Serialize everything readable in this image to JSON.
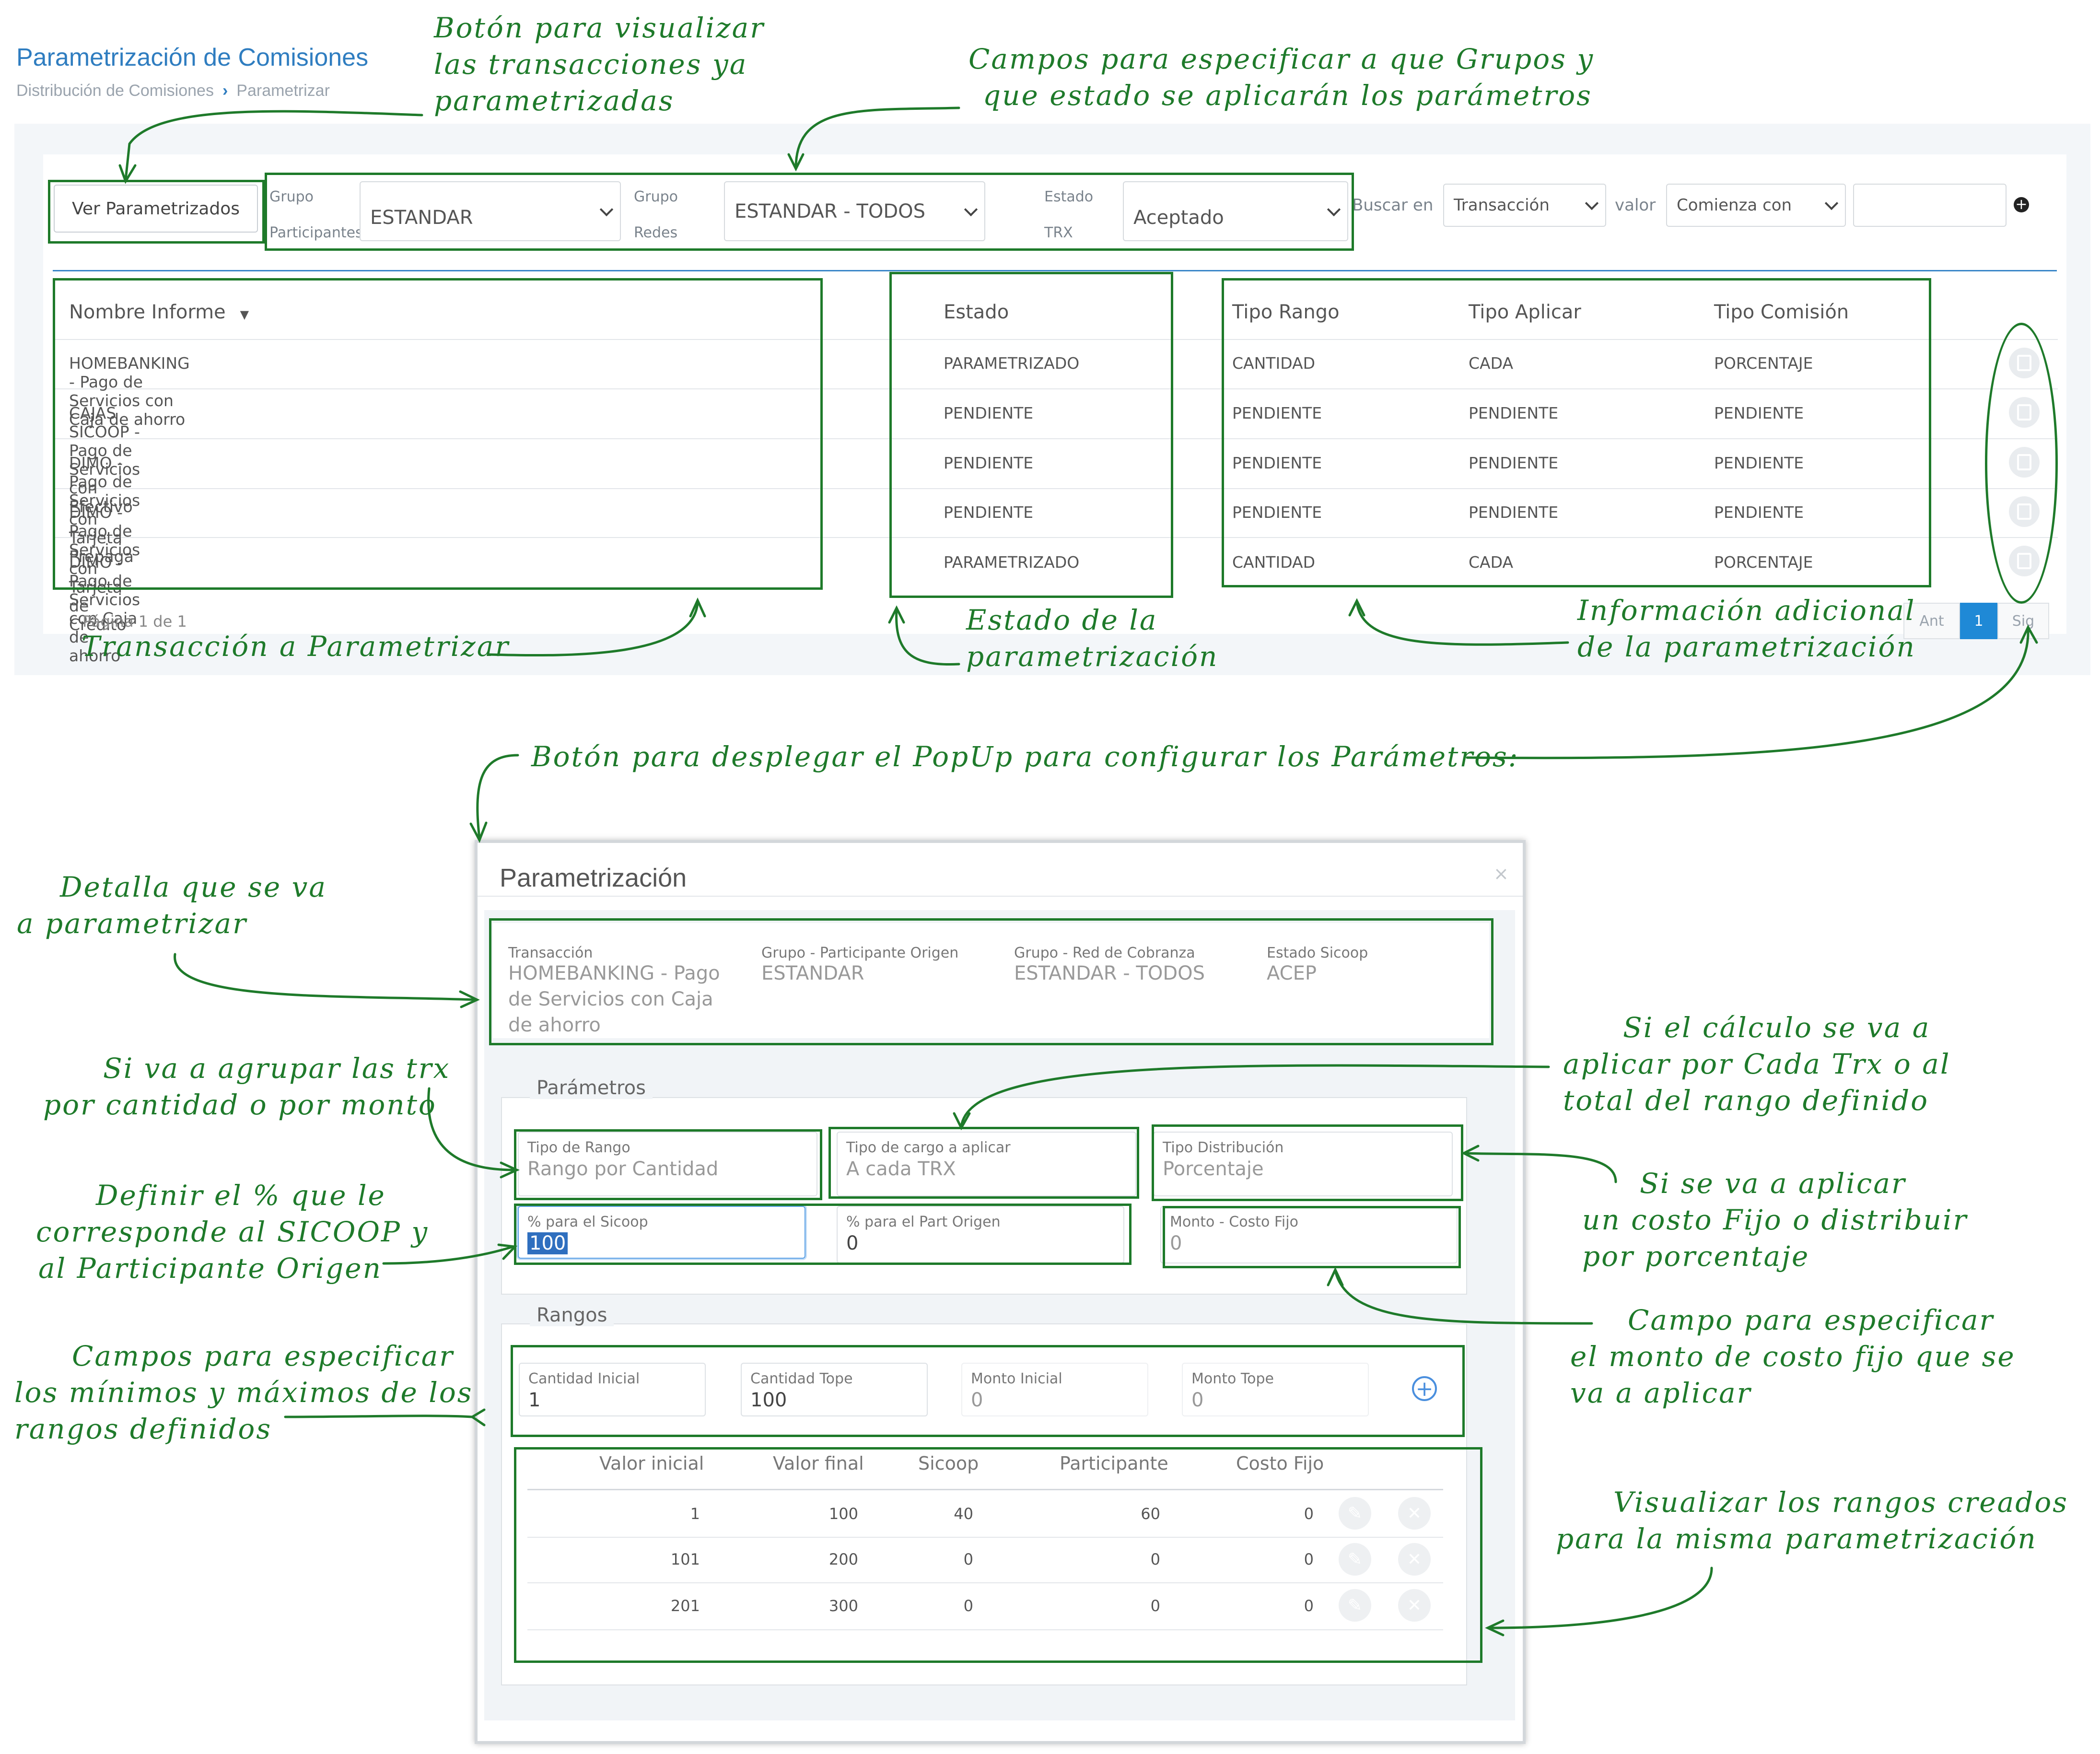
{
  "header": {
    "title": "Parametrización de Comisiones",
    "breadcrumb": [
      "Distribución de Comisiones",
      "Parametrizar"
    ]
  },
  "filters": {
    "ver_button": "Ver Parametrizados",
    "grupo_participantes_label_1": "Grupo",
    "grupo_participantes_label_2": "Participantes",
    "grupo_participantes_value": "ESTANDAR",
    "grupo_redes_label_1": "Grupo",
    "grupo_redes_label_2": "Redes",
    "grupo_redes_value": "ESTANDAR - TODOS",
    "estado_trx_label_1": "Estado",
    "estado_trx_label_2": "TRX",
    "estado_trx_value": "Aceptado",
    "buscar_en_label": "Buscar en",
    "buscar_en_value": "Transacción",
    "valor_label": "valor",
    "valor_value": "Comienza con",
    "search_value": ""
  },
  "table": {
    "headers": [
      "Nombre Informe",
      "Estado",
      "Tipo Rango",
      "Tipo Aplicar",
      "Tipo Comisión"
    ],
    "rows": [
      [
        "HOMEBANKING - Pago de Servicios con Caja de ahorro",
        "PARAMETRIZADO",
        "CANTIDAD",
        "CADA",
        "PORCENTAJE"
      ],
      [
        "CAJAS SICOOP - Pago de Servicios con Efectivo",
        "PENDIENTE",
        "PENDIENTE",
        "PENDIENTE",
        "PENDIENTE"
      ],
      [
        "DIMO - Pago de Servicios con Tarjeta Prepaga",
        "PENDIENTE",
        "PENDIENTE",
        "PENDIENTE",
        "PENDIENTE"
      ],
      [
        "DIMO - Pago de Servicios con Tarjeta de Crédito",
        "PENDIENTE",
        "PENDIENTE",
        "PENDIENTE",
        "PENDIENTE"
      ],
      [
        "DIMO - Pago de Servicios con Caja de ahorro",
        "PARAMETRIZADO",
        "CANTIDAD",
        "CADA",
        "PORCENTAJE"
      ]
    ],
    "page_info": "Página 1 de 1",
    "pager": {
      "prev": "Ant",
      "current": "1",
      "next": "Sig"
    }
  },
  "annotations": {
    "ver_param": [
      "Botón para visualizar",
      "las transacciones ya",
      "parametrizadas"
    ],
    "grupos": [
      "Campos para especificar a que Grupos y",
      "que estado se aplicarán los parámetros"
    ],
    "trx": "Transacción a Parametrizar",
    "estado": [
      "Estado de la",
      "parametrización"
    ],
    "info": [
      "Información adicional",
      "de la parametrización"
    ],
    "popup": "Botón para desplegar el PopUp para configurar los Parámetros:",
    "detalla": [
      "Detalla que se va",
      "a parametrizar"
    ],
    "agrupar": [
      "Si va a agrupar las trx",
      "por cantidad o por monto"
    ],
    "porcentaje": [
      "Definir el % que le",
      "corresponde al SICOOP y",
      "al Participante Origen"
    ],
    "rangos_min": [
      "Campos para especificar",
      "los mínimos y máximos de los",
      "rangos definidos"
    ],
    "calculo": [
      "Si el cálculo se va a",
      "aplicar por Cada Trx o al",
      "total del rango definido"
    ],
    "costo": [
      "Si se va a aplicar",
      "un costo Fijo o distribuir",
      "por porcentaje"
    ],
    "monto": [
      "Campo para especificar",
      "el monto de costo fijo que se",
      "va a aplicar"
    ],
    "visualizar": [
      "Visualizar los rangos creados",
      "para la misma parametrización"
    ]
  },
  "modal": {
    "title": "Parametrización",
    "close": "×",
    "info": {
      "transaccion_label": "Transacción",
      "transaccion_value": "HOMEBANKING - Pago de Servicios con Caja de ahorro",
      "grupo_part_label": "Grupo - Participante Origen",
      "grupo_part_value": "ESTANDAR",
      "grupo_red_label": "Grupo - Red de Cobranza",
      "grupo_red_value": "ESTANDAR - TODOS",
      "estado_label": "Estado Sicoop",
      "estado_value": "ACEP"
    },
    "parametros": {
      "legend": "Parámetros",
      "tipo_rango_label": "Tipo de Rango",
      "tipo_rango_value": "Rango por Cantidad",
      "tipo_cargo_label": "Tipo de cargo a aplicar",
      "tipo_cargo_value": "A cada TRX",
      "tipo_dist_label": "Tipo Distribución",
      "tipo_dist_value": "Porcentaje",
      "pct_sicoop_label": "% para el Sicoop",
      "pct_sicoop_value": "100",
      "pct_part_label": "% para el Part Origen",
      "pct_part_value": "0",
      "monto_label": "Monto - Costo Fijo",
      "monto_value": "0"
    },
    "rangos": {
      "legend": "Rangos",
      "cant_ini_label": "Cantidad Inicial",
      "cant_ini_value": "1",
      "cant_tope_label": "Cantidad Tope",
      "cant_tope_value": "100",
      "monto_ini_label": "Monto Inicial",
      "monto_ini_value": "0",
      "monto_tope_label": "Monto Tope",
      "monto_tope_value": "0",
      "add": "+"
    },
    "ranges_table": {
      "headers": [
        "Valor inicial",
        "Valor final",
        "Sicoop",
        "Participante",
        "Costo Fijo"
      ],
      "rows": [
        [
          "1",
          "100",
          "40",
          "60",
          "0"
        ],
        [
          "101",
          "200",
          "0",
          "0",
          "0"
        ],
        [
          "201",
          "300",
          "0",
          "0",
          "0"
        ]
      ]
    }
  }
}
